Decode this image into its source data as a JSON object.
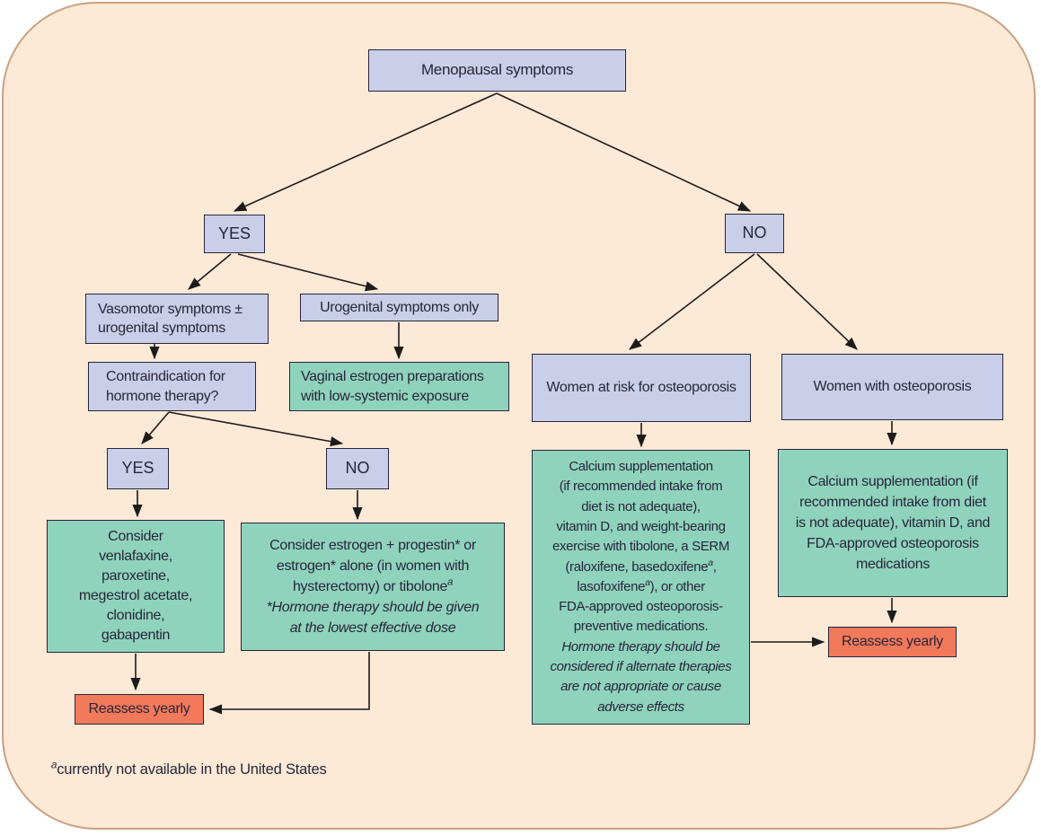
{
  "colors": {
    "background": "#fce9d6",
    "frame_border": "#c9a183",
    "node_lavender": "#c9cfe9",
    "node_green": "#90d3bc",
    "node_orange": "#f3795b",
    "node_border": "#26263e",
    "text": "#26263a",
    "arrow": "#1c1c1c"
  },
  "nodes": {
    "menopausal": {
      "label": "Menopausal symptoms"
    },
    "yes_symptoms": {
      "label": "YES"
    },
    "no_symptoms": {
      "label": "NO"
    },
    "vasomotor": {
      "line1": "Vasomotor symptoms ±",
      "line2": "urogenital symptoms"
    },
    "urogenital_only": {
      "label": "Urogenital symptoms only"
    },
    "contraindication": {
      "line1": "Contraindication for",
      "line2": "hormone therapy?"
    },
    "vaginal_estrogen": {
      "line1": "Vaginal estrogen preparations",
      "line2": "with low-systemic exposure"
    },
    "yes_contra": {
      "label": "YES"
    },
    "no_contra": {
      "label": "NO"
    },
    "nonhormonal": {
      "line1": "Consider",
      "line2": "venlafaxine,",
      "line3": "paroxetine,",
      "line4": "megestrol acetate,",
      "line5": "clonidine,",
      "line6": "gabapentin"
    },
    "hormone_therapy": {
      "line1": "Consider estrogen + progestin* or",
      "line2": "estrogen* alone (in women with",
      "line3_text": "hysterectomy) or tibolone",
      "line3_sup": "a",
      "italic1": "*Hormone therapy should be given",
      "italic2": "at the lowest effective dose"
    },
    "reassess_left": {
      "label": "Reassess yearly"
    },
    "women_at_risk": {
      "label": "Women at risk for osteoporosis"
    },
    "women_with_osteoporosis": {
      "label": "Women with osteoporosis"
    },
    "calcium_tibolone": {
      "line1": "Calcium supplementation",
      "line2": "(if recommended intake from",
      "line3": "diet is not adequate),",
      "line4": "vitamin D, and weight-bearing",
      "line5": "exercise with tibolone, a SERM",
      "line6_pre": "(raloxifene, basedoxifene",
      "line6_sup": "a",
      "line6_post": ",",
      "line7_pre": "lasofoxifene",
      "line7_sup": "a",
      "line7_post": "), or other",
      "line8": "FDA-approved osteoporosis-",
      "line9": "preventive medications.",
      "italic1": "Hormone therapy should be",
      "italic2": "considered if alternate therapies",
      "italic3": "are not appropriate or cause",
      "italic4": "adverse effects"
    },
    "calcium_fda": {
      "line1": "Calcium supplementation (if",
      "line2": "recommended intake from diet",
      "line3": "is not adequate), vitamin D, and",
      "line4": "FDA-approved osteoporosis",
      "line5": "medications"
    },
    "reassess_right": {
      "label": "Reassess yearly"
    }
  },
  "footnote": {
    "sup": "a",
    "text": "currently not available in the United States"
  }
}
